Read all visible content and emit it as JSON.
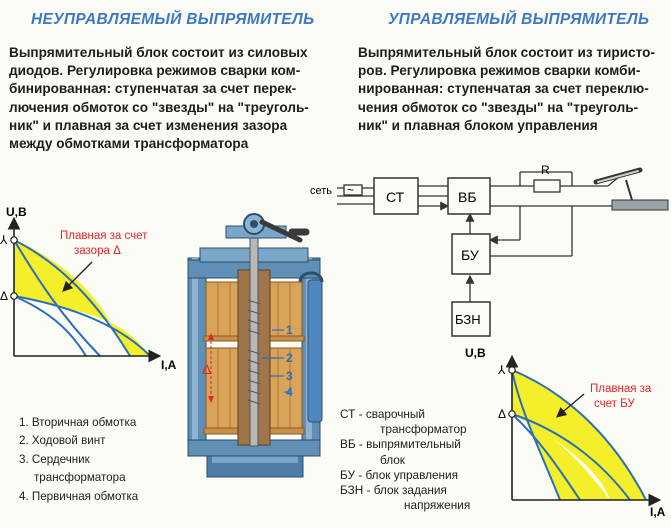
{
  "left": {
    "title": "НЕУПРАВЛЯЕМЫЙ ВЫПРЯМИТЕЛЬ",
    "text_lines": [
      "Выпрямительный блок состоит из силовых",
      "диодов. Регулировка режимов сварки ком-",
      "бинированная: ступенчатая за счет перек-",
      "лючения обмоток со \"звезды\" на \"треуголь-",
      "ник\" и плавная за счет изменения зазора",
      "между обмотками трансформатора"
    ],
    "graph": {
      "y_axis": "U,B",
      "x_axis": "I,A",
      "y_tick_upper": "⅄",
      "y_tick_lower": "Δ",
      "note_line1": "Плавная за счет",
      "note_line2": "зазора Δ"
    },
    "transformer": {
      "gap_label": "Δ",
      "callouts": [
        "1",
        "2",
        "3",
        "4"
      ]
    },
    "legend": [
      "1. Вторичная обмотка",
      "2. Ходовой винт",
      "3. Сердечник",
      "трансформатора",
      "4. Первичная обмотка"
    ]
  },
  "right": {
    "title": "УПРАВЛЯЕМЫЙ ВЫПРЯМИТЕЛЬ",
    "text_lines": [
      "Выпрямительный блок состоит из тиристо-",
      "ров. Регулировка режимов сварки комби-",
      "нированная: ступенчатая за счет переклю-",
      "чения обмоток со \"звезды\" на \"треуголь-",
      "ник\" и плавная блоком управления"
    ],
    "circuit": {
      "mains_label": "сеть",
      "tilde": "~",
      "blocks": [
        "СТ",
        "ВБ",
        "БУ",
        "БЗН"
      ],
      "resistor": "R"
    },
    "graph": {
      "y_axis": "U,B",
      "x_axis": "I,A",
      "y_tick_upper": "⅄",
      "y_tick_lower": "Δ",
      "note_line1": "Плавная за",
      "note_line2": "счет БУ"
    },
    "abbreviations": [
      "СТ - сварочный",
      "трансформатор",
      "ВБ - выпрямительный",
      "блок",
      "БУ - блок управления",
      "БЗН - блок задания",
      "напряжения"
    ]
  },
  "colors": {
    "heading": "#3d79c2",
    "curve_fill": "#f4ef2a",
    "curve_line": "#2b6fb8",
    "note_red": "#e0262b",
    "wood": "#d9a35a",
    "steel": "#5f8fb4",
    "schematic": "#333333"
  }
}
